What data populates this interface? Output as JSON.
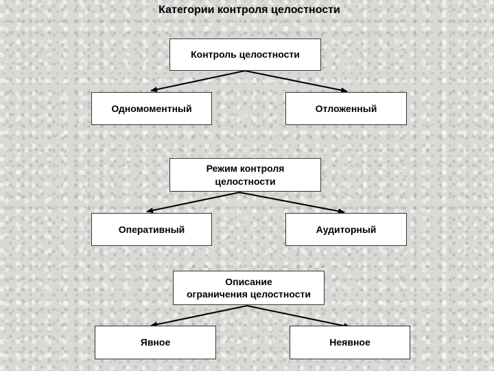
{
  "title": "Категории контроля целостности",
  "groups": [
    {
      "root": "Контроль целостности",
      "children": [
        "Одномоментный",
        "Отложенный"
      ]
    },
    {
      "root": "Режим контроля\nцелостности",
      "children": [
        "Оперативный",
        "Аудиторный"
      ]
    },
    {
      "root": "Описание\nограничения целостности",
      "children": [
        "Явное",
        "Неявное"
      ]
    }
  ]
}
